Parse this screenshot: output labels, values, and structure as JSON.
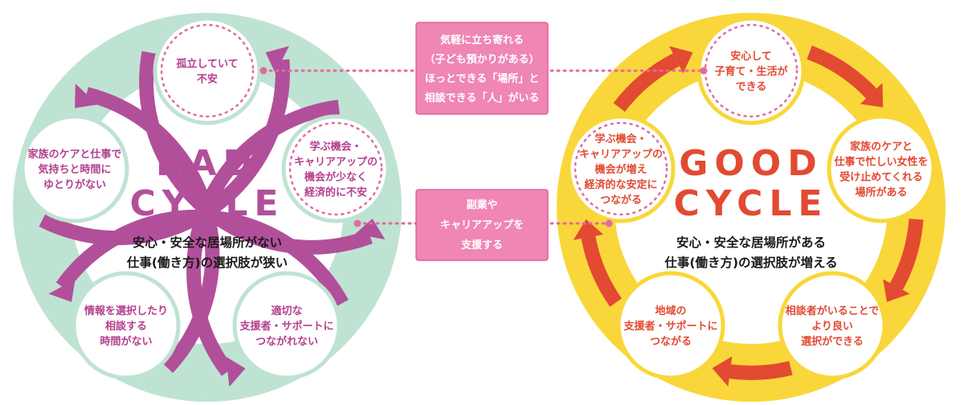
{
  "colors": {
    "bad_ring": "#bfe3d3",
    "bad_accent": "#b24f9a",
    "bad_text": "#b5408e",
    "good_ring": "#f9d73a",
    "good_accent": "#e24a32",
    "pink_box": "#ef86b4",
    "pink_box_border": "#e0649c"
  },
  "bad_cycle": {
    "title_line1": "BAD",
    "title_line2": "CYCLE",
    "center_line1": "安心・安全な居場所がない",
    "center_line2": "仕事(働き方)の選択肢が狭い",
    "nodes": [
      {
        "lines": [
          "孤立していて",
          "不安"
        ]
      },
      {
        "lines": [
          "学ぶ機会・",
          "キャリアアップの",
          "機会が少なく",
          "経済的に不安"
        ]
      },
      {
        "lines": [
          "適切な",
          "支援者・サポートに",
          "つながれない"
        ]
      },
      {
        "lines": [
          "情報を選択したり",
          "相談する",
          "時間がない"
        ]
      },
      {
        "lines": [
          "家族のケアと仕事で",
          "気持ちと時間に",
          "ゆとりがない"
        ]
      }
    ]
  },
  "good_cycle": {
    "title_line1": "GOOD",
    "title_line2": "CYCLE",
    "center_line1": "安心・安全な居場所がある",
    "center_line2": "仕事(働き方)の選択肢が増える",
    "nodes": [
      {
        "lines": [
          "安心して",
          "子育て・生活が",
          "できる"
        ]
      },
      {
        "lines": [
          "家族のケアと",
          "仕事で忙しい女性を",
          "受け止めてくれる",
          "場所がある"
        ]
      },
      {
        "lines": [
          "相談者がいることで",
          "より良い",
          "選択ができる"
        ]
      },
      {
        "lines": [
          "地域の",
          "支援者・サポートに",
          "つながる"
        ]
      },
      {
        "lines": [
          "学ぶ機会・",
          "キャリアアップの",
          "機会が増え",
          "経済的な安定に",
          "つながる"
        ]
      }
    ]
  },
  "bridges": [
    {
      "lines": [
        "気軽に立ち寄れる",
        "（子ども預かりがある）",
        "ほっとできる「場所」と",
        "相談できる「人」がいる"
      ]
    },
    {
      "lines": [
        "副業や",
        "キャリアアップを",
        "支援する"
      ]
    }
  ]
}
